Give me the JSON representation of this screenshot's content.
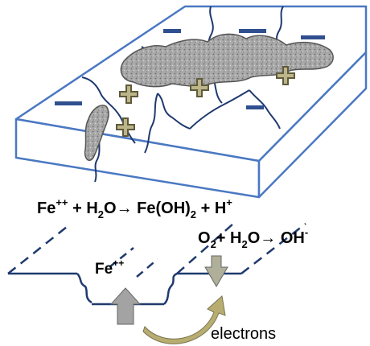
{
  "equations": {
    "anode": {
      "parts": [
        "Fe",
        "++",
        " + H",
        "2",
        "O",
        "→",
        " Fe(OH)",
        "2",
        " + H",
        "+"
      ]
    },
    "cathode": {
      "parts": [
        "O",
        "2",
        "+ H",
        "2",
        "O",
        "→",
        " OH",
        "-"
      ]
    }
  },
  "labels": {
    "pit_ion_base": "Fe",
    "pit_ion_sup": "++",
    "electrons": "electrons"
  },
  "signs": {
    "positive": "+",
    "negative": "−"
  },
  "colors": {
    "slab_outline": "#4a78c2",
    "crack_line": "#1f3a6e",
    "deposit_fill": "#a9a9a9",
    "deposit_speckle": "#6e6e6e",
    "plus_fill": "#bdb58a",
    "plus_stroke": "#5f5a3a",
    "minus_fill": "#2f4f8f",
    "cross_section": "#1f3a6e",
    "up_arrow_fill": "#a3a3a3",
    "down_arrow_fill": "#b0b09a",
    "curved_arrow_fill": "#b8ad70"
  }
}
